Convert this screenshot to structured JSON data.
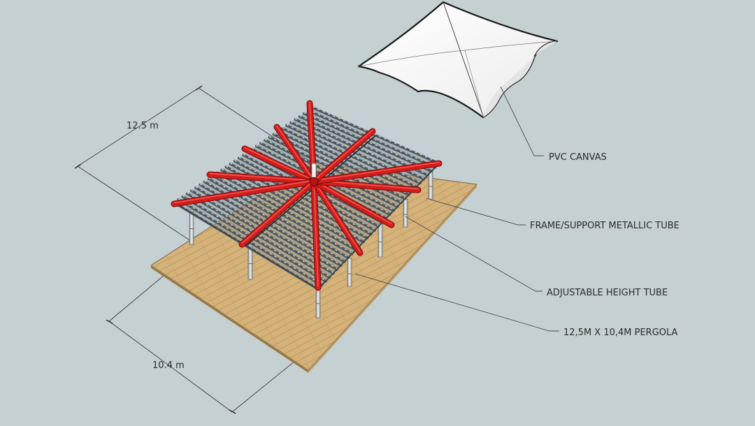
{
  "dimensions": {
    "length": "12.5 m",
    "width": "10.4 m"
  },
  "callouts": {
    "canvas": "PVC CANVAS",
    "frame": "FRAME/SUPPORT METALLIC TUBE",
    "adjustable": "ADJUSTABLE HEIGHT TUBE",
    "pergola": "12,5M X 10,4M PERGOLA"
  },
  "colors": {
    "background": "#c4d0d2",
    "floor": "#d4b27a",
    "beam_red": "#d41d1d",
    "slat": "#606b71",
    "canvas": "#ffffff"
  }
}
